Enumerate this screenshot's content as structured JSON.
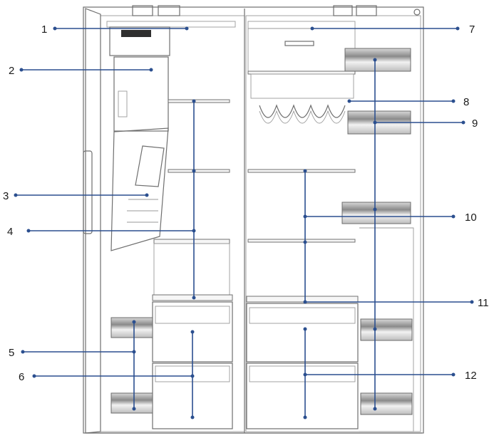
{
  "callouts": [
    {
      "id": "1",
      "label": "1"
    },
    {
      "id": "2",
      "label": "2"
    },
    {
      "id": "3",
      "label": "3"
    },
    {
      "id": "4",
      "label": "4"
    },
    {
      "id": "5",
      "label": "5"
    },
    {
      "id": "6",
      "label": "6"
    },
    {
      "id": "7",
      "label": "7"
    },
    {
      "id": "8",
      "label": "8"
    },
    {
      "id": "9",
      "label": "9"
    },
    {
      "id": "10",
      "label": "10"
    },
    {
      "id": "11",
      "label": "11"
    },
    {
      "id": "12",
      "label": "12"
    }
  ],
  "colors": {
    "leader": "#2b4f8f",
    "outline": "#6f6f6f",
    "background": "#ffffff"
  }
}
